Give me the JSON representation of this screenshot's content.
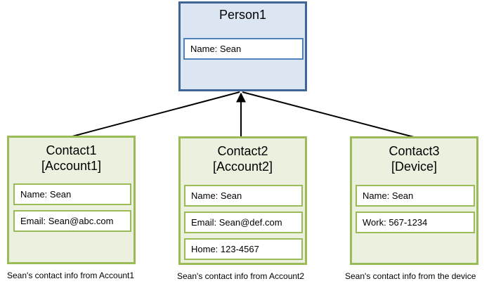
{
  "person": {
    "title": "Person1",
    "fields": [
      "Name:  Sean"
    ]
  },
  "contacts": [
    {
      "title_line1": "Contact1",
      "title_line2": "[Account1]",
      "fields": [
        "Name:  Sean",
        "Email:  Sean@abc.com"
      ],
      "caption": "Sean's contact info  from Account1"
    },
    {
      "title_line1": "Contact2",
      "title_line2": "[Account2]",
      "fields": [
        "Name:  Sean",
        "Email:  Sean@def.com",
        "Home:  123-4567"
      ],
      "caption": "Sean's contact info  from Account2"
    },
    {
      "title_line1": "Contact3",
      "title_line2": "[Device]",
      "fields": [
        "Name:  Sean",
        "Work:  567-1234"
      ],
      "caption": "Sean's contact info  from the device"
    }
  ],
  "colors": {
    "person_fill": "#dce6f2",
    "person_border": "#3f6596",
    "contact_fill": "#ebf1de",
    "contact_border": "#9bbb59",
    "arrow": "#000000"
  }
}
